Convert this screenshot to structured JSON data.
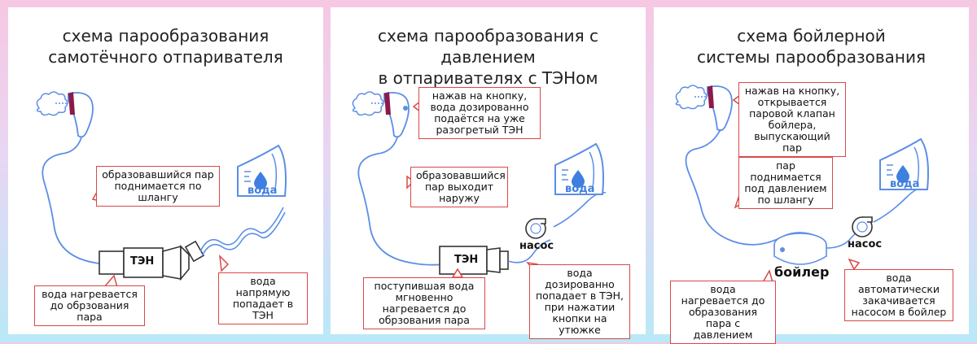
{
  "panels": [
    {
      "title_line1": "схема парообразования",
      "title_line2": "самотёчного отпаривателя",
      "water_label": "вода",
      "heater_label": "ТЭН",
      "notes": {
        "steam": "образовавшийся пар поднимается по шлангу",
        "water_in": "вода напрямую попадает в ТЭН",
        "heating": "вода нагревается до обрзования пара"
      }
    },
    {
      "title_line1": "схема парообразования с давлением",
      "title_line2": "в отпаривателях с ТЭНом",
      "water_label": "вода",
      "heater_label": "ТЭН",
      "pump_label": "насос",
      "notes": {
        "button": "нажав на кнопку, вода дозированно подаётся на уже разогретый ТЭН",
        "steam_out": "образовавшийся пар выходит наружу",
        "heating": "поступившая вода мгновенно нагревается до обрзования пара",
        "dosing": "вода дозированно попадает в ТЭН, при нажатии кнопки на утюжке"
      }
    },
    {
      "title_line1": "схема бойлерной",
      "title_line2": "системы парообразования",
      "water_label": "вода",
      "pump_label": "насос",
      "boiler_label": "бойлер",
      "notes": {
        "button": "нажав на кнопку, открывается паровой клапан бойлера, выпускающий пар",
        "pressure": "пар поднимается под давлением по шлангу",
        "heating": "вода нагревается до образования пара с давлением",
        "auto": "вода автоматически закачивается насосом в бойлер"
      }
    }
  ],
  "colors": {
    "accent_red": "#d94848",
    "steamer_maroon": "#8b1a4a",
    "blue_line": "#5b8ee6",
    "water_drop": "#3f7fe0"
  }
}
